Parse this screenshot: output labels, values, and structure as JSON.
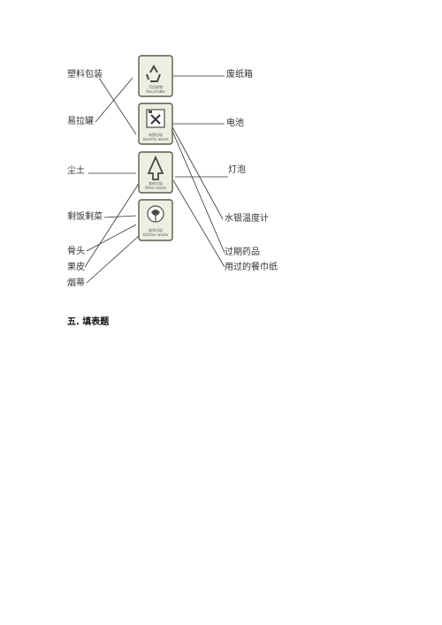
{
  "matching_exercise": {
    "left_items": [
      "塑料包装",
      "易拉罐",
      "尘土",
      "剩饭剩菜",
      "骨头",
      "果皮",
      "烟蒂"
    ],
    "right_items": [
      "废纸箱",
      "电池",
      "灯泡",
      "水银温度计",
      "过期药品",
      "用过的餐巾纸"
    ],
    "bins": [
      {
        "icon": "recycle-icon",
        "caption_cn": "可回收物",
        "caption_en": "Recyclable"
      },
      {
        "icon": "hazardous-icon",
        "caption_cn": "有害垃圾",
        "caption_en": "Harmful waste"
      },
      {
        "icon": "other-waste-icon",
        "caption_cn": "其他垃圾",
        "caption_en": "Other waste"
      },
      {
        "icon": "kitchen-waste-icon",
        "caption_cn": "厨余垃圾",
        "caption_en": "Kitchen waste"
      }
    ]
  },
  "section": {
    "title": "五. 填表题"
  },
  "colors": {
    "line": "#333333",
    "sign_border": "#5a5a4a",
    "sign_fill": "#efeee2"
  }
}
